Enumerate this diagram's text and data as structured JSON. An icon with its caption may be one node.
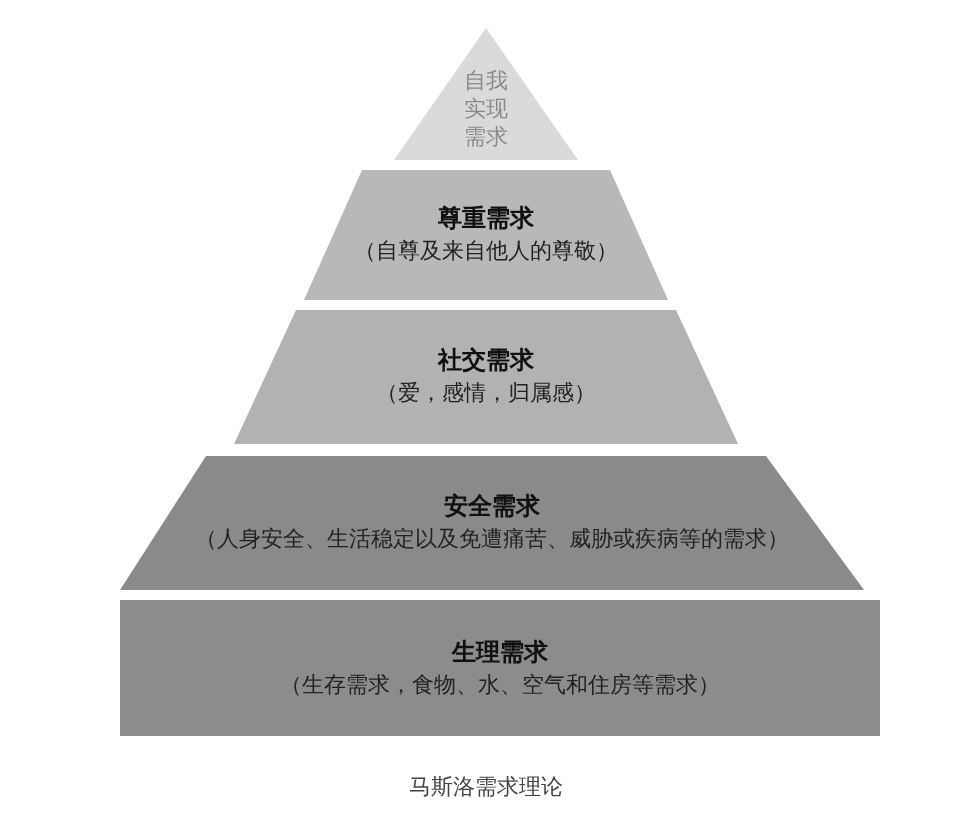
{
  "diagram": {
    "caption": "马斯洛需求理论",
    "nodes": [
      {
        "text": [
          "自我实现需求"
        ]
      },
      {
        "text": [
          "尊重需求",
          "（自尊及来自他人的尊敬）"
        ]
      },
      {
        "text": [
          "社交需求",
          "（爱，感情，归属感）"
        ]
      },
      {
        "text": [
          "安全需求",
          "（人身安全、生活稳定以及免遭痛苦、威胁或疾病等的需求）"
        ]
      },
      {
        "text": [
          "生理需求",
          "（生存需求，食物、水、空气和住房等需求）"
        ]
      }
    ]
  }
}
